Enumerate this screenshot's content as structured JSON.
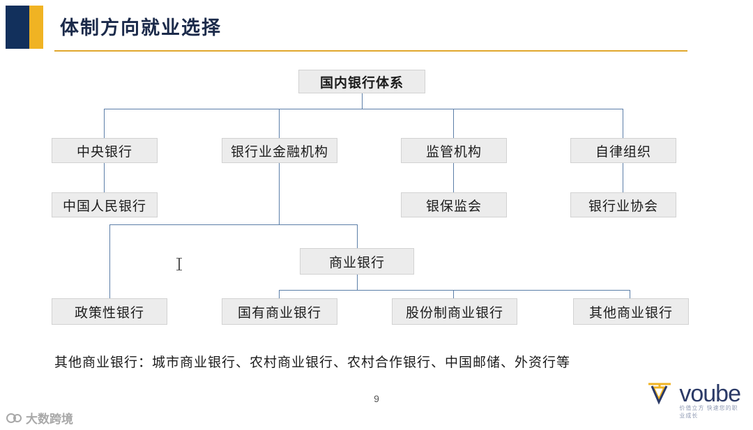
{
  "header": {
    "title": "体制方向就业选择"
  },
  "chart_data": {
    "type": "diagram",
    "title": "国内银行体系",
    "nodes": [
      {
        "id": "root",
        "label": "国内银行体系",
        "level": 0
      },
      {
        "id": "central",
        "label": "中央银行",
        "level": 1
      },
      {
        "id": "banking",
        "label": "银行业金融机构",
        "level": 1
      },
      {
        "id": "regulator",
        "label": "监管机构",
        "level": 1
      },
      {
        "id": "selfreg",
        "label": "自律组织",
        "level": 1
      },
      {
        "id": "pboc",
        "label": "中国人民银行",
        "level": 2
      },
      {
        "id": "cbirc",
        "label": "银保监会",
        "level": 2
      },
      {
        "id": "assoc",
        "label": "银行业协会",
        "level": 2
      },
      {
        "id": "commercial",
        "label": "商业银行",
        "level": 2
      },
      {
        "id": "policy",
        "label": "政策性银行",
        "level": 3
      },
      {
        "id": "stateowned",
        "label": "国有商业银行",
        "level": 3
      },
      {
        "id": "jointstock",
        "label": "股份制商业银行",
        "level": 3
      },
      {
        "id": "other",
        "label": "其他商业银行",
        "level": 3
      }
    ],
    "edges": [
      [
        "root",
        "central"
      ],
      [
        "root",
        "banking"
      ],
      [
        "root",
        "regulator"
      ],
      [
        "root",
        "selfreg"
      ],
      [
        "central",
        "pboc"
      ],
      [
        "regulator",
        "cbirc"
      ],
      [
        "selfreg",
        "assoc"
      ],
      [
        "banking",
        "commercial"
      ],
      [
        "banking",
        "policy"
      ],
      [
        "commercial",
        "stateowned"
      ],
      [
        "commercial",
        "jointstock"
      ],
      [
        "commercial",
        "other"
      ]
    ],
    "caption": "其他商业银行：城市商业银行、农村商业银行、农村合作银行、中国邮储、外资行等"
  },
  "footer": {
    "page_number": "9",
    "logo_word": "voube",
    "logo_tagline": "价值立方 快速您的职业成长",
    "watermark_text": "大数跨境"
  }
}
